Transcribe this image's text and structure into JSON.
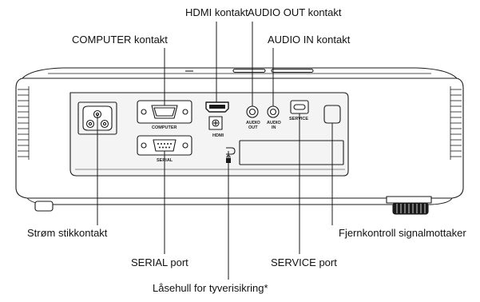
{
  "labels": {
    "hdmi_kontakt": "HDMI kontakt",
    "audio_out_kontakt": "AUDIO OUT kontakt",
    "computer_kontakt": "COMPUTER kontakt",
    "audio_in_kontakt": "AUDIO IN kontakt",
    "strom_stikkontakt": "Strøm stikkontakt",
    "fjernkontroll": "Fjernkontroll signalmottaker",
    "serial_port": "SERIAL port",
    "service_port": "SERVICE port",
    "laasehull": "Låsehull for tyverisikring*"
  },
  "panel_text": {
    "computer": "COMPUTER",
    "serial": "SERIAL",
    "hdmi": "HDMI",
    "audio_out_line1": "AUDIO",
    "audio_out_line2": "OUT",
    "audio_in_line1": "AUDIO",
    "audio_in_line2": "IN",
    "service": "SERVICE"
  },
  "colors": {
    "line": "#1a1a1a",
    "body_fill": "#ffffff",
    "panel_fill": "#f4f4f4"
  }
}
